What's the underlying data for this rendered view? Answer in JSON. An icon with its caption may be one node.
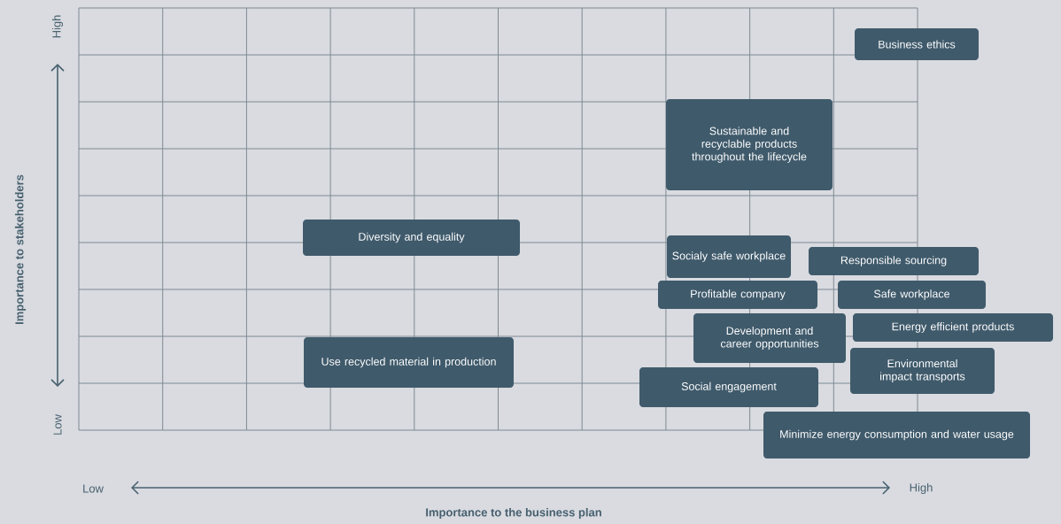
{
  "diagram": {
    "nodes": [
      {
        "text": [
          "Business ethics"
        ]
      },
      {
        "text": [
          "Sustainable and recyclable products throughout the lifecycle"
        ]
      },
      {
        "text": [
          "Diversity and equality"
        ]
      },
      {
        "text": [
          "Socialy safe workplace"
        ]
      },
      {
        "text": [
          "Responsible sourcing"
        ]
      },
      {
        "text": [
          "Profitable company"
        ]
      },
      {
        "text": [
          "Safe workplace"
        ]
      },
      {
        "text": [
          "Development and career opportunities"
        ]
      },
      {
        "text": [
          "Energy efficient products"
        ]
      },
      {
        "text": [
          "Use recycled material in production"
        ]
      },
      {
        "text": [
          "Environmental impact transports"
        ]
      },
      {
        "text": [
          "Social engagement"
        ]
      },
      {
        "text": [
          "Minimize energy consumption and water usage"
        ]
      }
    ],
    "labels": [
      "High",
      "Low",
      "Importance to stakeholders",
      "Low",
      "High",
      "Importance to the business plan"
    ]
  }
}
